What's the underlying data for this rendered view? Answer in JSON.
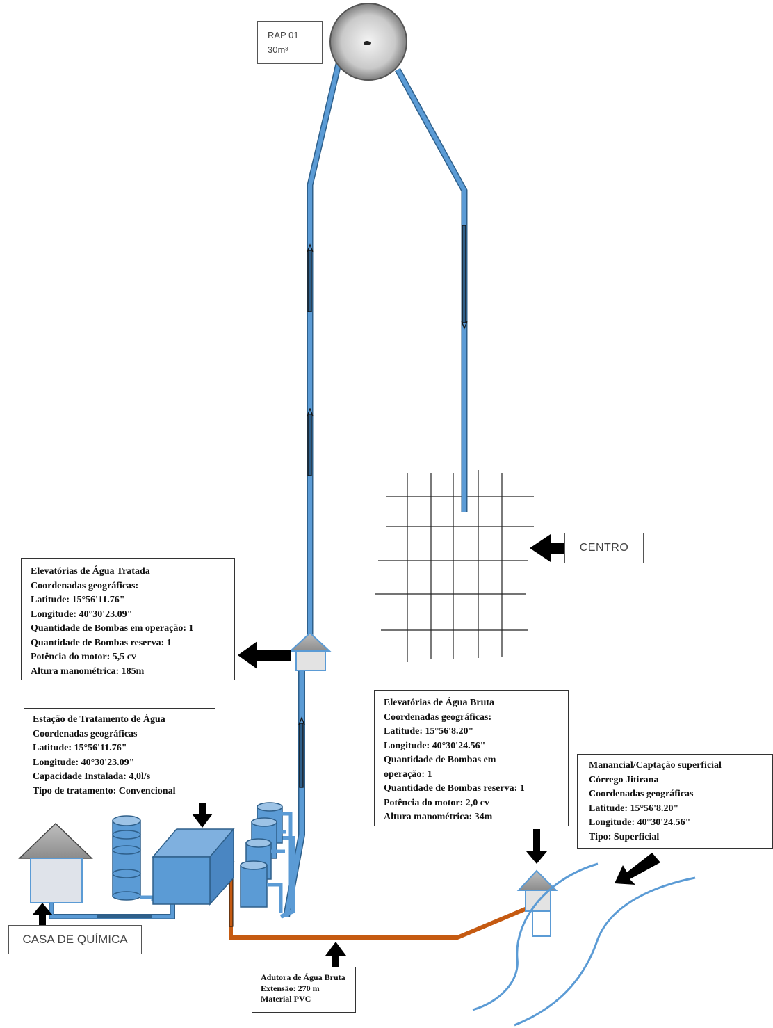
{
  "reservoir": {
    "label_line1": "RAP 01",
    "label_line2": "30m³"
  },
  "centro_label": "CENTRO",
  "casa_label": "CASA DE QUÍMICA",
  "eat_box": {
    "lines": [
      "Elevatórias de Água Tratada",
      "Coordenadas geográficas:",
      "Latitude: 15°56'11.76\"",
      "Longitude: 40°30'23.09\"",
      "Quantidade de Bombas em operação: 1",
      "Quantidade de Bombas reserva: 1",
      "Potência do motor: 5,5 cv",
      "Altura manométrica: 185m"
    ]
  },
  "eta_box": {
    "lines": [
      "Estação de Tratamento de Água",
      "Coordenadas geográficas",
      "Latitude: 15°56'11.76\"",
      "Longitude: 40°30'23.09\"",
      "Capacidade Instalada: 4,0l/s",
      "Tipo de tratamento: Convencional"
    ]
  },
  "eab_box": {
    "lines": [
      "Elevatórias de Água Bruta",
      "Coordenadas geográficas:",
      "Latitude: 15°56'8.20\"",
      "Longitude: 40°30'24.56\"",
      "Quantidade de Bombas em",
      "operação: 1",
      "Quantidade de Bombas reserva: 1",
      "Potência do motor: 2,0 cv",
      "Altura manométrica: 34m"
    ]
  },
  "manancial_box": {
    "lines": [
      "Manancial/Captação superficial",
      "Córrego Jitirana",
      "Coordenadas geográficas",
      "Latitude: 15°56'8.20\"",
      "Longitude: 40°30'24.56\"",
      "Tipo: Superficial"
    ]
  },
  "adutora_box": {
    "lines": [
      "Adutora de Água Bruta",
      "Extensão: 270 m",
      "Material PVC"
    ]
  },
  "colors": {
    "treated_pipe": "#5b9bd5",
    "treated_pipe_border": "#2e5f8a",
    "raw_pipe": "#c55a11",
    "river": "#5b9bd5",
    "tank": "#5b9bd5",
    "roof": "#a6a6a6",
    "grid": "#222222"
  }
}
